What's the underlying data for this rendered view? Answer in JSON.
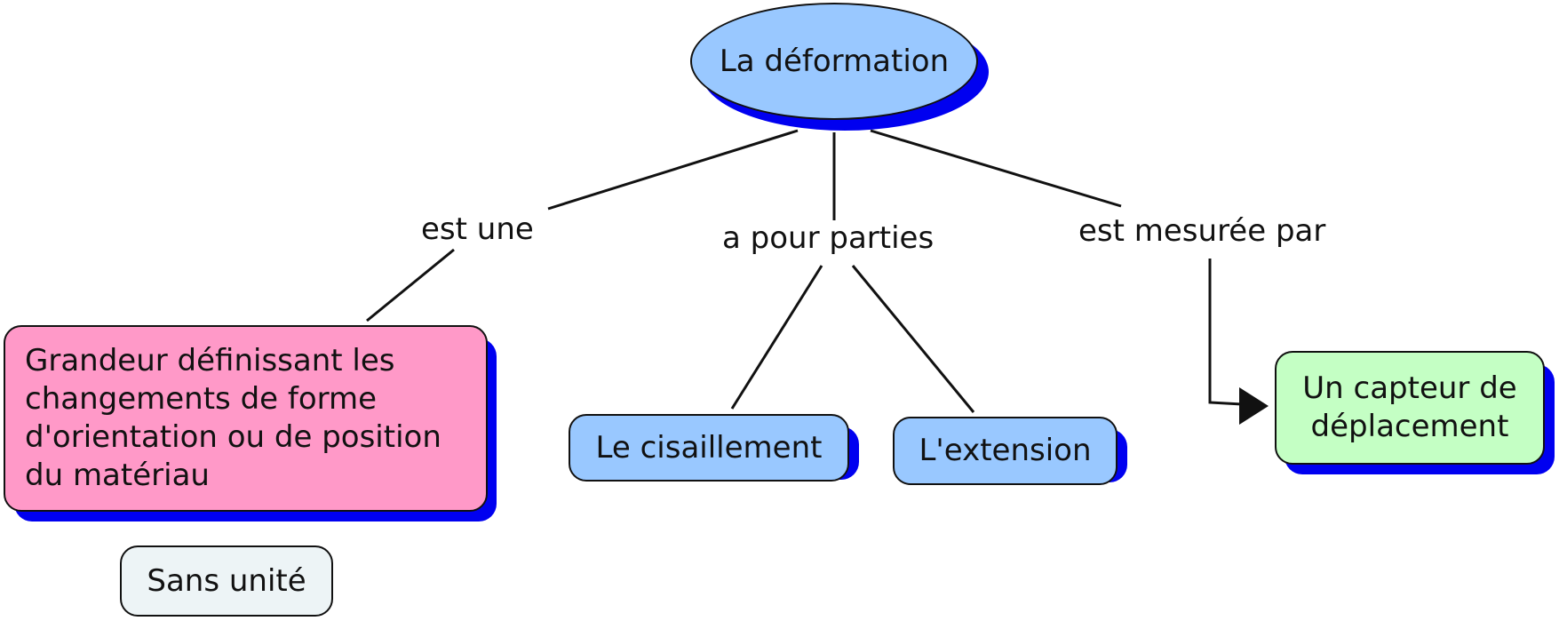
{
  "concepts": {
    "root": "La déformation",
    "grandeur": "Grandeur définissant les changements de forme d'orientation ou de position du matériau",
    "cisaillement": "Le cisaillement",
    "extension": "L'extension",
    "capteur": "Un capteur de déplacement",
    "sans_unite": "Sans unité"
  },
  "links": {
    "est_une": "est une",
    "a_pour_parties": "a pour parties",
    "est_mesuree_par": "est mesurée par"
  },
  "colors": {
    "root_fill": "#99c8ff",
    "grandeur_fill": "#ff99c8",
    "part_fill": "#99c8ff",
    "capteur_fill": "#c4ffc4",
    "sans_unite_fill": "#edf4f6",
    "shadow": "#0000f0"
  }
}
